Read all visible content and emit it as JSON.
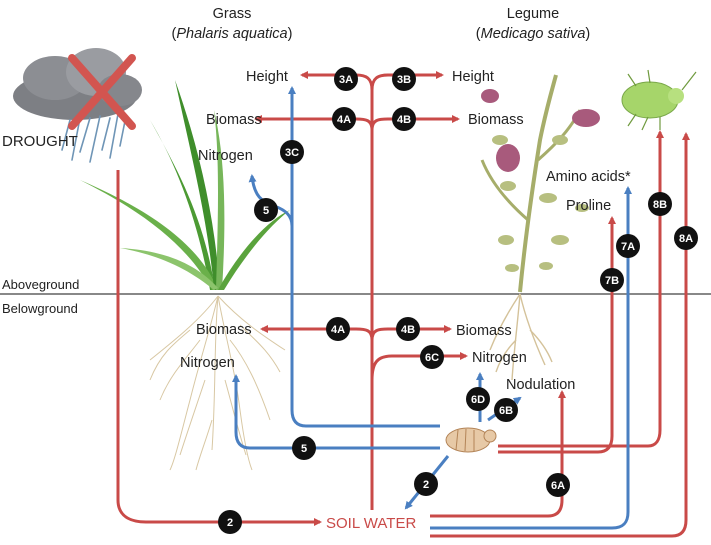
{
  "header": {
    "grass_title": "Grass",
    "grass_species": "Phalaris aquatica",
    "legume_title": "Legume",
    "legume_species": "Medicago sativa",
    "open_paren": "(",
    "close_paren": ")"
  },
  "drought": {
    "label": "DROUGHT"
  },
  "zones": {
    "above": "Aboveground",
    "below": "Belowground"
  },
  "labels": {
    "grass_height": "Height",
    "grass_biomass": "Biomass",
    "grass_nitrogen": "Nitrogen",
    "legume_height": "Height",
    "legume_biomass": "Biomass",
    "amino_acids": "Amino acids*",
    "proline": "Proline",
    "root_biomass_grass": "Biomass",
    "root_biomass_legume": "Biomass",
    "root_nitrogen_grass": "Nitrogen",
    "root_nitrogen_legume": "Nitrogen",
    "nodulation": "Nodulation",
    "soil_water": "SOIL WATER"
  },
  "badges": {
    "b3A": "3A",
    "b3B": "3B",
    "b3C": "3C",
    "b4A_top": "4A",
    "b4B_top": "4B",
    "b4A_bot": "4A",
    "b4B_bot": "4B",
    "b5_top": "5",
    "b5_bot": "5",
    "b2_left": "2",
    "b2_right": "2",
    "b6A": "6A",
    "b6B": "6B",
    "b6C": "6C",
    "b6D": "6D",
    "b7A": "7A",
    "b7B": "7B",
    "b8A": "8A",
    "b8B": "8B"
  },
  "colors": {
    "red_arrow": "#c94a48",
    "blue_arrow": "#4a7fc1",
    "badge": "#111111",
    "soil_water_text": "#c94a48",
    "grass_green": "#5aa33c",
    "legume_leaf": "#b7bf80",
    "flower": "#a85a7c",
    "aphid": "#a6d56a"
  }
}
